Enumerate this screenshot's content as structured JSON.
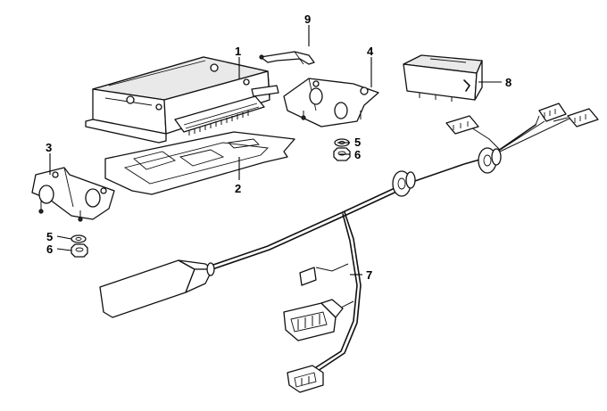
{
  "diagram": {
    "callouts": [
      {
        "id": "c1",
        "label": "1"
      },
      {
        "id": "c2",
        "label": "2"
      },
      {
        "id": "c3",
        "label": "3"
      },
      {
        "id": "c4",
        "label": "4"
      },
      {
        "id": "c5a",
        "label": "5"
      },
      {
        "id": "c5b",
        "label": "5"
      },
      {
        "id": "c6a",
        "label": "6"
      },
      {
        "id": "c6b",
        "label": "6"
      },
      {
        "id": "c7",
        "label": "7"
      },
      {
        "id": "c8",
        "label": "8"
      },
      {
        "id": "c9",
        "label": "9"
      }
    ]
  }
}
